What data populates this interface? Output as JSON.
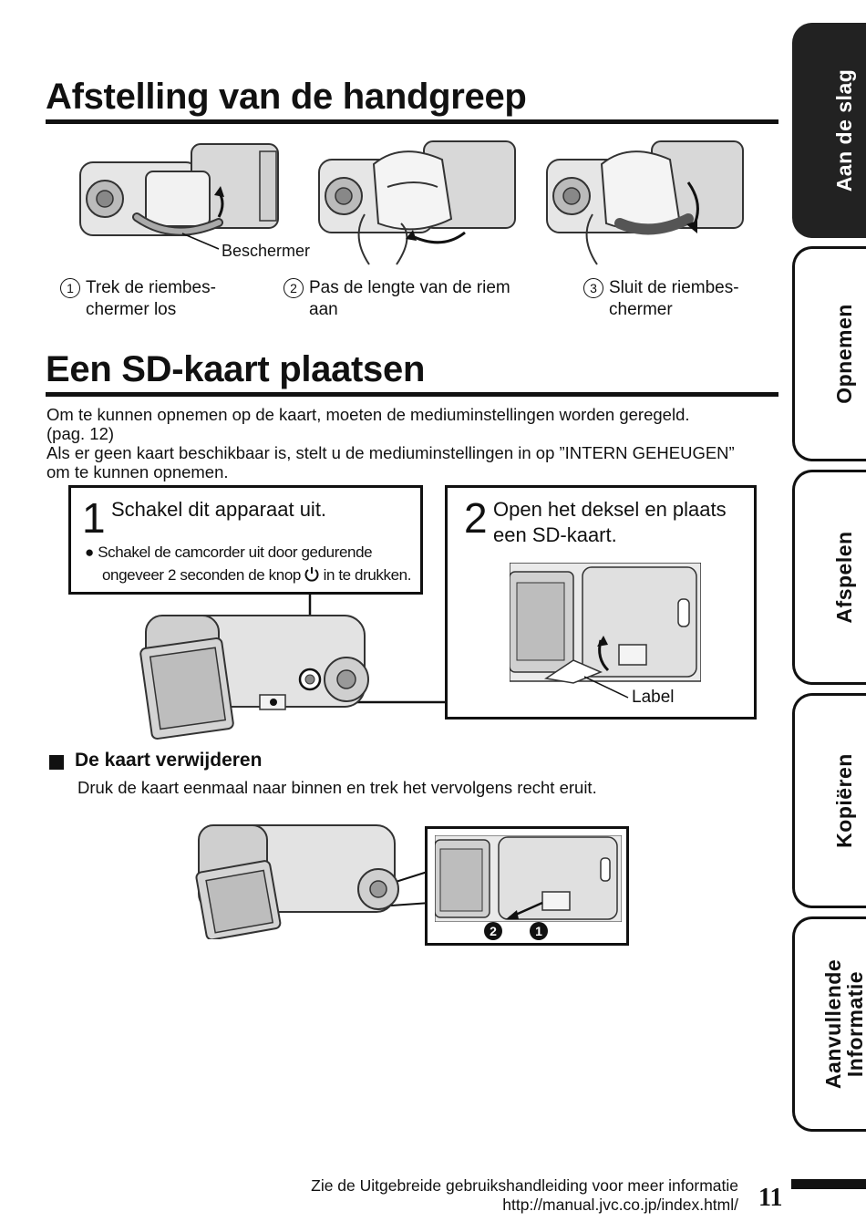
{
  "section1": {
    "title": "Afstelling van de handgreep",
    "protector_label": "Beschermer",
    "steps": [
      {
        "num": "1",
        "text": "Trek de riembes-\nchermer los"
      },
      {
        "num": "2",
        "text": "Pas de lengte van de riem\naan"
      },
      {
        "num": "3",
        "text": "Sluit de riembes-\nchermer"
      }
    ]
  },
  "section2": {
    "title": "Een SD-kaart plaatsen",
    "intro_lines": [
      "Om te kunnen opnemen op de kaart, moeten de mediuminstellingen worden geregeld.",
      "(pag. 12)",
      "Als er geen kaart beschikbaar is, stelt u de mediuminstellingen in op ”INTERN GEHEUGEN”",
      "om te kunnen opnemen."
    ],
    "box1": {
      "num": "1",
      "title": "Schakel dit apparaat uit.",
      "bullet_line1": "Schakel de camcorder uit door gedurende",
      "bullet_line2_pre": "ongeveer 2 seconden de knop",
      "bullet_line2_post": "in te drukken."
    },
    "box2": {
      "num": "2",
      "title_line1": "Open het deksel en plaats",
      "title_line2": "een SD-kaart.",
      "label": "Label"
    }
  },
  "section3": {
    "title": "De kaart verwijderen",
    "text": "Druk de kaart eenmaal naar binnen en trek het vervolgens recht eruit.",
    "markers": [
      "2",
      "1"
    ]
  },
  "tabs": [
    {
      "label": "Aan de slag",
      "active": true
    },
    {
      "label": "Opnemen",
      "active": false
    },
    {
      "label": "Afspelen",
      "active": false
    },
    {
      "label": "Kopiëren",
      "active": false
    },
    {
      "label_line1": "Aanvullende",
      "label_line2": "Informatie",
      "active": false
    }
  ],
  "footer": {
    "line1": "Zie de Uitgebreide gebruikshandleiding voor meer informatie",
    "line2": "http://manual.jvc.co.jp/index.html/",
    "page_number": "11"
  }
}
